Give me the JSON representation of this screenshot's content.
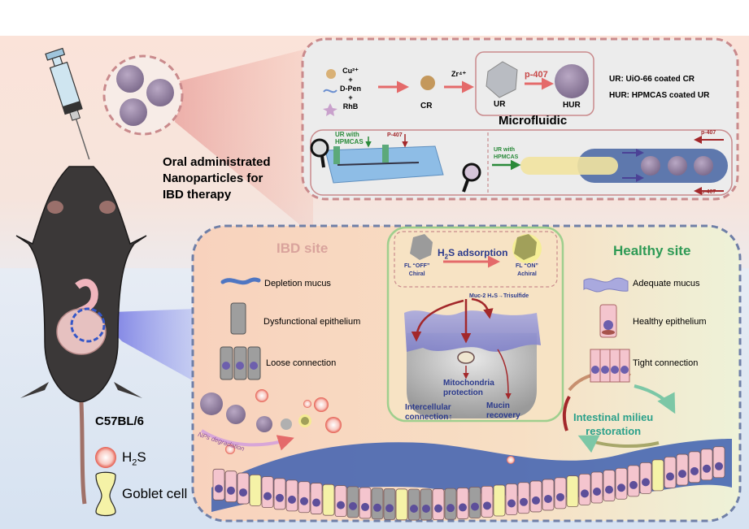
{
  "left_panel": {
    "title_lines": [
      "Oral administrated",
      "Nanoparticles for",
      "IBD therapy"
    ],
    "mouse_strain": "C57BL/6",
    "legend": [
      {
        "icon": "h2s-bubble-icon",
        "label_main": "H",
        "label_sub": "2",
        "label_tail": "S"
      },
      {
        "icon": "goblet-cell-icon",
        "label": "Goblet cell"
      }
    ]
  },
  "synthesis_panel": {
    "reagents": [
      {
        "icon": "copper-sphere-icon",
        "label": "Cu²⁺"
      },
      {
        "sep": "+"
      },
      {
        "icon": "d-pen-wave-icon",
        "label": "D-Pen"
      },
      {
        "sep": "+"
      },
      {
        "icon": "rhb-star-icon",
        "label": "RhB"
      }
    ],
    "cr_label": "CR",
    "zr_label": "Zr⁴⁺",
    "ur_label": "UR",
    "p407_label": "p-407",
    "hur_label": "HUR",
    "definitions": [
      "UR: UiO-66 coated CR",
      "HUR: HPMCAS coated UR"
    ],
    "microfluidic_title": "Microfluidic",
    "chip": {
      "inlet1": [
        "UR with",
        "HPMCAS"
      ],
      "inlet2": "P-407"
    },
    "flow": {
      "inlet": [
        "UR with",
        "HPMCAS"
      ],
      "sheath_top": "p-407",
      "sheath_bottom": "p-407"
    }
  },
  "ibd_panel": {
    "ibd_title": "IBD site",
    "ibd_legend": [
      "Depletion mucus",
      "Dysfunctional epithelium",
      "Loose connection"
    ],
    "mechanism": {
      "adsorption_label_pre": "H",
      "adsorption_label_sub": "2",
      "adsorption_label_post": "S adsorption",
      "off_state": [
        "FL “OFF”",
        "Chiral"
      ],
      "on_state": [
        "FL “ON”",
        "Achiral"
      ],
      "muc_label": "Muc-2",
      "h2s_label": "H₂S",
      "trisulfide_label": "Trisulfide",
      "outcomes": {
        "mito": [
          "Mitochondria",
          "protection"
        ],
        "intercellular": [
          "Intercellular",
          "connection↑"
        ],
        "mucin": [
          "Mucin",
          "recovery"
        ]
      }
    },
    "degradation_label": "NPs degradation",
    "healthy_title": "Healthy site",
    "healthy_legend": [
      "Adequate mucus",
      "Healthy epithelium",
      "Tight connection"
    ],
    "restoration": [
      "Intestinal milieu",
      "restoration"
    ]
  },
  "colors": {
    "ibd_title": "#d9a39c",
    "healthy_title": "#2e9a55",
    "mechanism_text": "#2b3a8c",
    "restoration_text": "#2aa08a",
    "arrow_red": "#e46a6a",
    "dark_red_arrow": "#a3282b"
  }
}
